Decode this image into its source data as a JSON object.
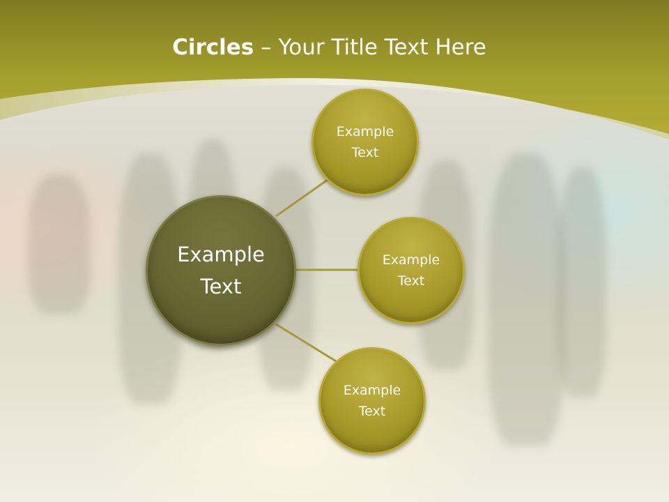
{
  "slide": {
    "title_bold": "Circles",
    "title_rest": " – Your Title Text Here",
    "center_circle": {
      "text": "Example Text"
    },
    "outer_circles": [
      {
        "text": "Example Text"
      },
      {
        "text": "Example Text"
      },
      {
        "text": "Example Text"
      }
    ]
  },
  "colors": {
    "header": "#aaa52a",
    "center_circle": "#676531",
    "outer_circle": "#a89b2a",
    "connector": "#a39a3c"
  }
}
